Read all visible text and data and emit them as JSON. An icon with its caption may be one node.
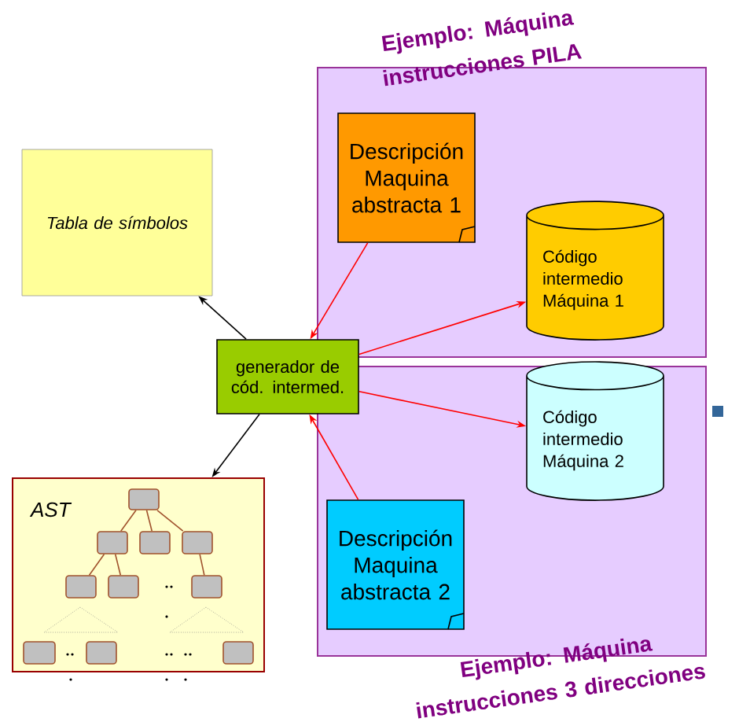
{
  "diagram": {
    "nodes": [
      {
        "text": [
          "Ejemplo: Máquina instrucciones PILA"
        ]
      },
      {
        "text": [
          "Descripción Maquina abstracta 1"
        ],
        "in": 0
      },
      {
        "text": [
          "Código intermedio Máquina 1"
        ],
        "in": 0
      },
      {
        "text": [
          "Ejemplo: Máquina instrucciones 3 direcciones"
        ]
      },
      {
        "text": [
          "Código intermedio Máquina 2"
        ],
        "in": 3
      },
      {
        "text": [
          "Descripción Maquina abstracta 2"
        ],
        "in": 3
      },
      {
        "text": [
          "Tabla de símbolos"
        ]
      },
      {
        "text": [
          "generador de cód. intermed."
        ]
      },
      {
        "text": [
          "AST"
        ]
      },
      {
        "text": [],
        "shape": "box",
        "in": 8
      },
      {
        "text": [],
        "shape": "box",
        "in": 8
      },
      {
        "text": [],
        "shape": "box",
        "in": 8
      },
      {
        "text": [],
        "shape": "box",
        "in": 8
      },
      {
        "text": [],
        "shape": "box",
        "in": 8
      },
      {
        "text": [],
        "shape": "box",
        "in": 8
      },
      {
        "text": [],
        "shape": "box",
        "in": 8
      },
      {
        "text": [],
        "shape": "box",
        "in": 8
      },
      {
        "text": [],
        "shape": "box",
        "in": 8
      },
      {
        "text": [],
        "shape": "box",
        "in": 8
      }
    ],
    "edges": [
      {
        "from": 7,
        "to": 6,
        "arrow": "to",
        "color": "#000000"
      },
      {
        "from": 7,
        "to": 8,
        "arrow": "to",
        "color": "#000000"
      },
      {
        "from": 1,
        "to": 7,
        "arrow": "to",
        "color": "#ff0000"
      },
      {
        "from": 7,
        "to": 2,
        "arrow": "to",
        "color": "#ff0000"
      },
      {
        "from": 7,
        "to": 4,
        "arrow": "to",
        "color": "#ff0000"
      },
      {
        "from": 5,
        "to": 7,
        "arrow": "to",
        "color": "#ff0000"
      },
      {
        "from": 9,
        "to": 10,
        "arrow": "none"
      },
      {
        "from": 9,
        "to": 11,
        "arrow": "none"
      },
      {
        "from": 9,
        "to": 12,
        "arrow": "none"
      },
      {
        "from": 10,
        "to": 13,
        "arrow": "none"
      },
      {
        "from": 10,
        "to": 14,
        "arrow": "none"
      },
      {
        "from": 12,
        "to": 15,
        "arrow": "none"
      }
    ]
  }
}
